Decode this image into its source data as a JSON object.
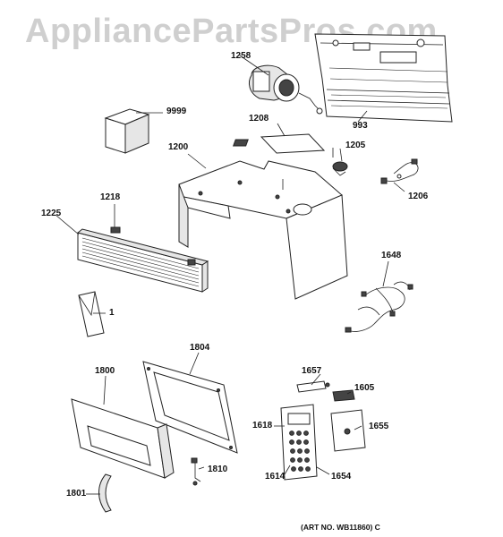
{
  "watermark": "AppliancePartsPros.com",
  "art_number": "(ART NO. WB11860) C",
  "part_labels": {
    "p1258": "1258",
    "p9999": "9999",
    "p1208": "1208",
    "p993": "993",
    "p1200": "1200",
    "p1205": "1205",
    "p1218": "1218",
    "p1225": "1225",
    "p1206": "1206",
    "p1648": "1648",
    "p1": "1",
    "p1804": "1804",
    "p1800": "1800",
    "p1657": "1657",
    "p1605": "1605",
    "p1618": "1618",
    "p1655": "1655",
    "p1614": "1614",
    "p1654": "1654",
    "p1810": "1810",
    "p1801": "1801"
  }
}
